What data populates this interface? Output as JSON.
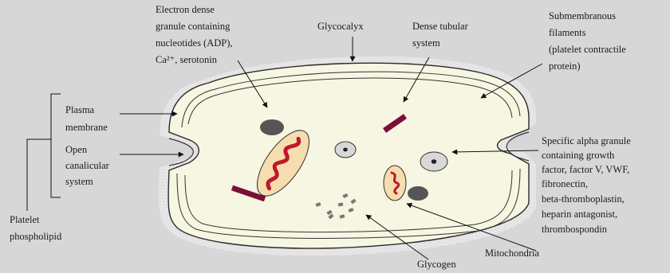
{
  "labels": {
    "electron_dense": [
      "Electron dense",
      "granule containing",
      "nucleotides (ADP),",
      "Ca²⁺, serotonin"
    ],
    "glycocalyx": "Glycocalyx",
    "dense_tubular": [
      "Dense tubular",
      "system"
    ],
    "submembranous": [
      "Submembranous",
      "filaments",
      "(platelet contractile",
      "protein)"
    ],
    "plasma_membrane": [
      "Plasma",
      "membrane"
    ],
    "open_canalicular": [
      "Open",
      "canalicular",
      "system"
    ],
    "platelet_phospholipid": [
      "Platelet",
      "phospholipid"
    ],
    "alpha_granule": [
      "Specific alpha granule",
      "containing growth",
      "factor, factor V, VWF,",
      "fibronectin,",
      "beta-thromboplastin,",
      "heparin antagonist,",
      "thrombospondin"
    ],
    "mitochondria": "Mitochondria",
    "glycogen": "Glycogen"
  },
  "colors": {
    "background": "#d7d7d7",
    "cytoplasm": "#f6f6e2",
    "glycocalyx": "#ececec",
    "mitochondrion_fill": "#f6ddb0",
    "mitochondrion_crista": "#c0172a",
    "dense_granule": "#555555",
    "tubule": "#7a1035",
    "alpha_granule": "#d8d8d8"
  }
}
